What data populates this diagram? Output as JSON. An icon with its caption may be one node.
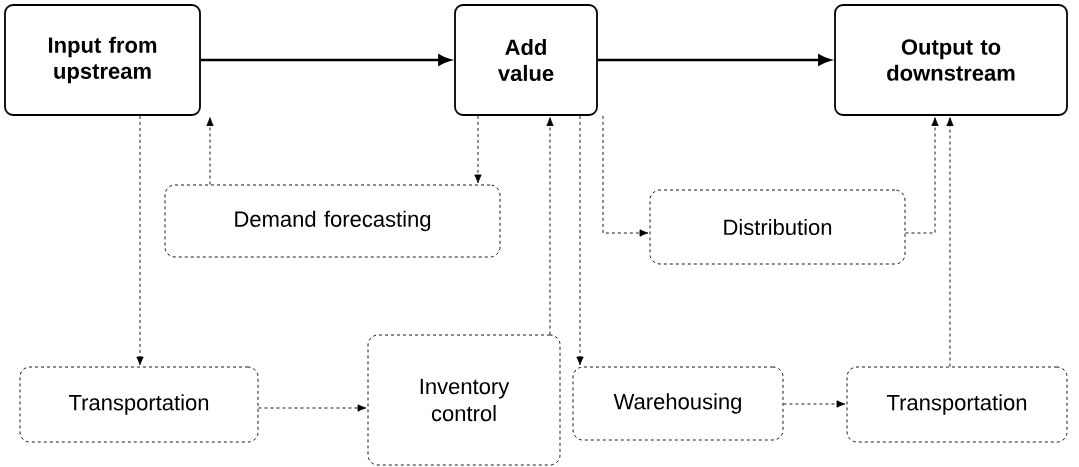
{
  "diagram": {
    "nodes": [
      {
        "text": [
          "Input from upstream"
        ]
      },
      {
        "text": [
          "Add value"
        ]
      },
      {
        "text": [
          "Output to downstream"
        ]
      },
      {
        "text": [
          "Demand forecasting"
        ]
      },
      {
        "text": [
          "Distribution"
        ]
      },
      {
        "text": [
          "Transportation"
        ]
      },
      {
        "text": [
          "Inventory control"
        ]
      },
      {
        "text": [
          "Warehousing"
        ]
      },
      {
        "text": [
          "Transportation"
        ]
      }
    ],
    "edges": [
      {
        "from": 0,
        "to": 1,
        "arrow": "to",
        "style": "thick"
      },
      {
        "from": 1,
        "to": 2,
        "arrow": "to",
        "style": "thick"
      },
      {
        "from": 0,
        "to": 5,
        "arrow": "to",
        "style": "dashed"
      },
      {
        "from": 3,
        "to": 0,
        "arrow": "to",
        "style": "dashed"
      },
      {
        "from": 1,
        "to": 3,
        "arrow": "to",
        "style": "dashed"
      },
      {
        "from": 6,
        "to": 1,
        "arrow": "to",
        "style": "dashed"
      },
      {
        "from": 1,
        "to": 4,
        "arrow": "to",
        "style": "dashed"
      },
      {
        "from": 4,
        "to": 2,
        "arrow": "to",
        "style": "dashed"
      },
      {
        "from": 1,
        "to": 7,
        "arrow": "to",
        "style": "dashed"
      },
      {
        "from": 7,
        "to": 8,
        "arrow": "to",
        "style": "dashed"
      },
      {
        "from": 8,
        "to": 2,
        "arrow": "to",
        "style": "dashed"
      },
      {
        "from": 5,
        "to": 6,
        "arrow": "to",
        "style": "dashed"
      }
    ]
  }
}
